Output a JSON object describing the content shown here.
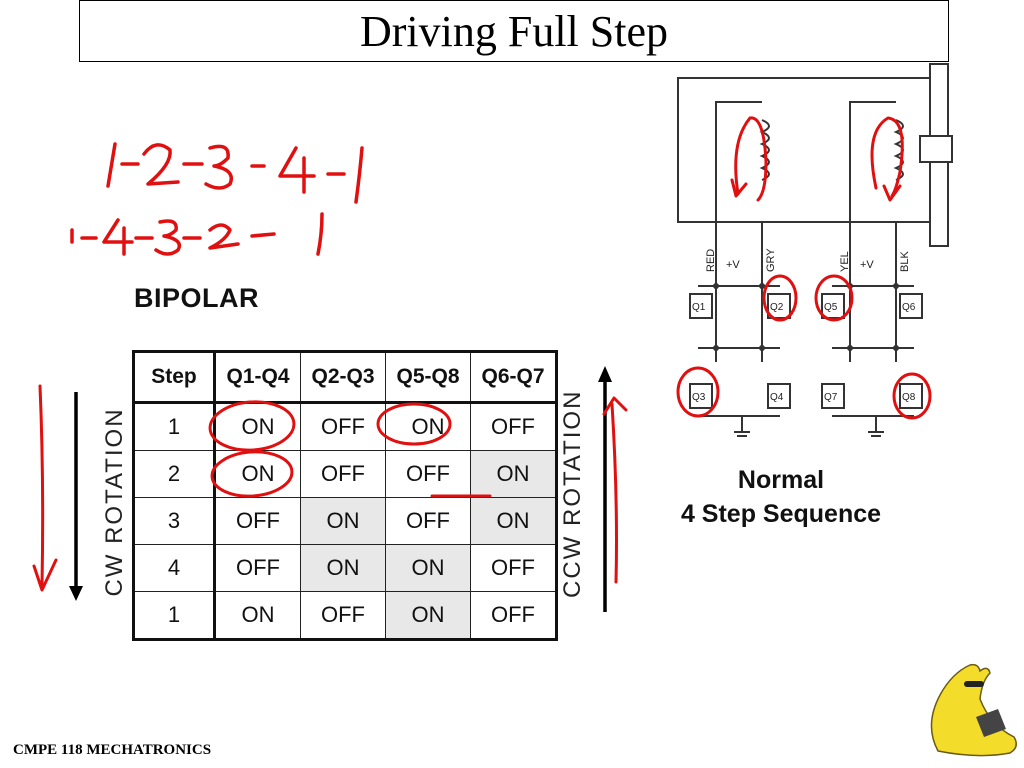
{
  "slide": {
    "title": "Driving Full Step",
    "footer": "CMPE 118 MECHATRONICS"
  },
  "annotations": {
    "cw_sequence": "1-2-3-4-1",
    "ccw_sequence": "1-4-3-2-1"
  },
  "table": {
    "heading": "BIPOLAR",
    "headers": [
      "Step",
      "Q1-Q4",
      "Q2-Q3",
      "Q5-Q8",
      "Q6-Q7"
    ],
    "rows": [
      [
        "1",
        "ON",
        "OFF",
        "ON",
        "OFF"
      ],
      [
        "2",
        "ON",
        "OFF",
        "OFF",
        "ON"
      ],
      [
        "3",
        "OFF",
        "ON",
        "OFF",
        "ON"
      ],
      [
        "4",
        "OFF",
        "ON",
        "ON",
        "OFF"
      ],
      [
        "1",
        "ON",
        "OFF",
        "ON",
        "OFF"
      ]
    ],
    "cw_label": "CW ROTATION",
    "ccw_label": "CCW ROTATION"
  },
  "circuit": {
    "wires": [
      "RED",
      "+V",
      "GRY",
      "YEL",
      "+V",
      "BLK"
    ],
    "transistors": [
      "Q1",
      "Q2",
      "Q5",
      "Q6",
      "Q3",
      "Q4",
      "Q7",
      "Q8"
    ]
  },
  "caption": {
    "line1": "Normal",
    "line2": "4 Step Sequence"
  },
  "colors": {
    "ink": "#e01010",
    "text": "#111111",
    "shade": "#e8e8e8"
  }
}
